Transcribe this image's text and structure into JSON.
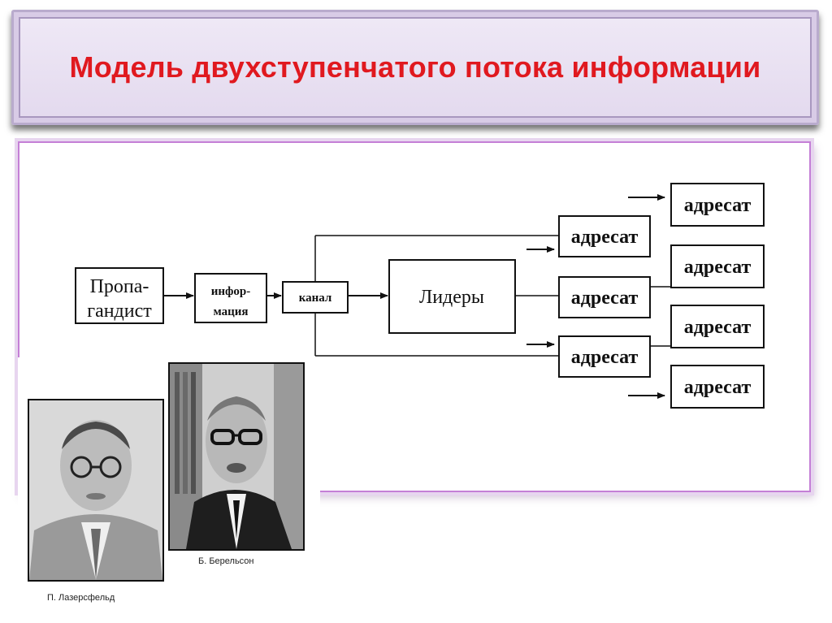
{
  "title": "Модель двухступенчатого потока информации",
  "diagram": {
    "propagandist": [
      "Пропа-",
      "гандист"
    ],
    "information": [
      "инфор-",
      "мация"
    ],
    "channel": "канал",
    "leaders": "Лидеры",
    "addressee": "адресат"
  },
  "photos": {
    "lazarsfeld_caption": "П. Лазерсфельд",
    "berelson_caption": "Б. Берельсон"
  }
}
